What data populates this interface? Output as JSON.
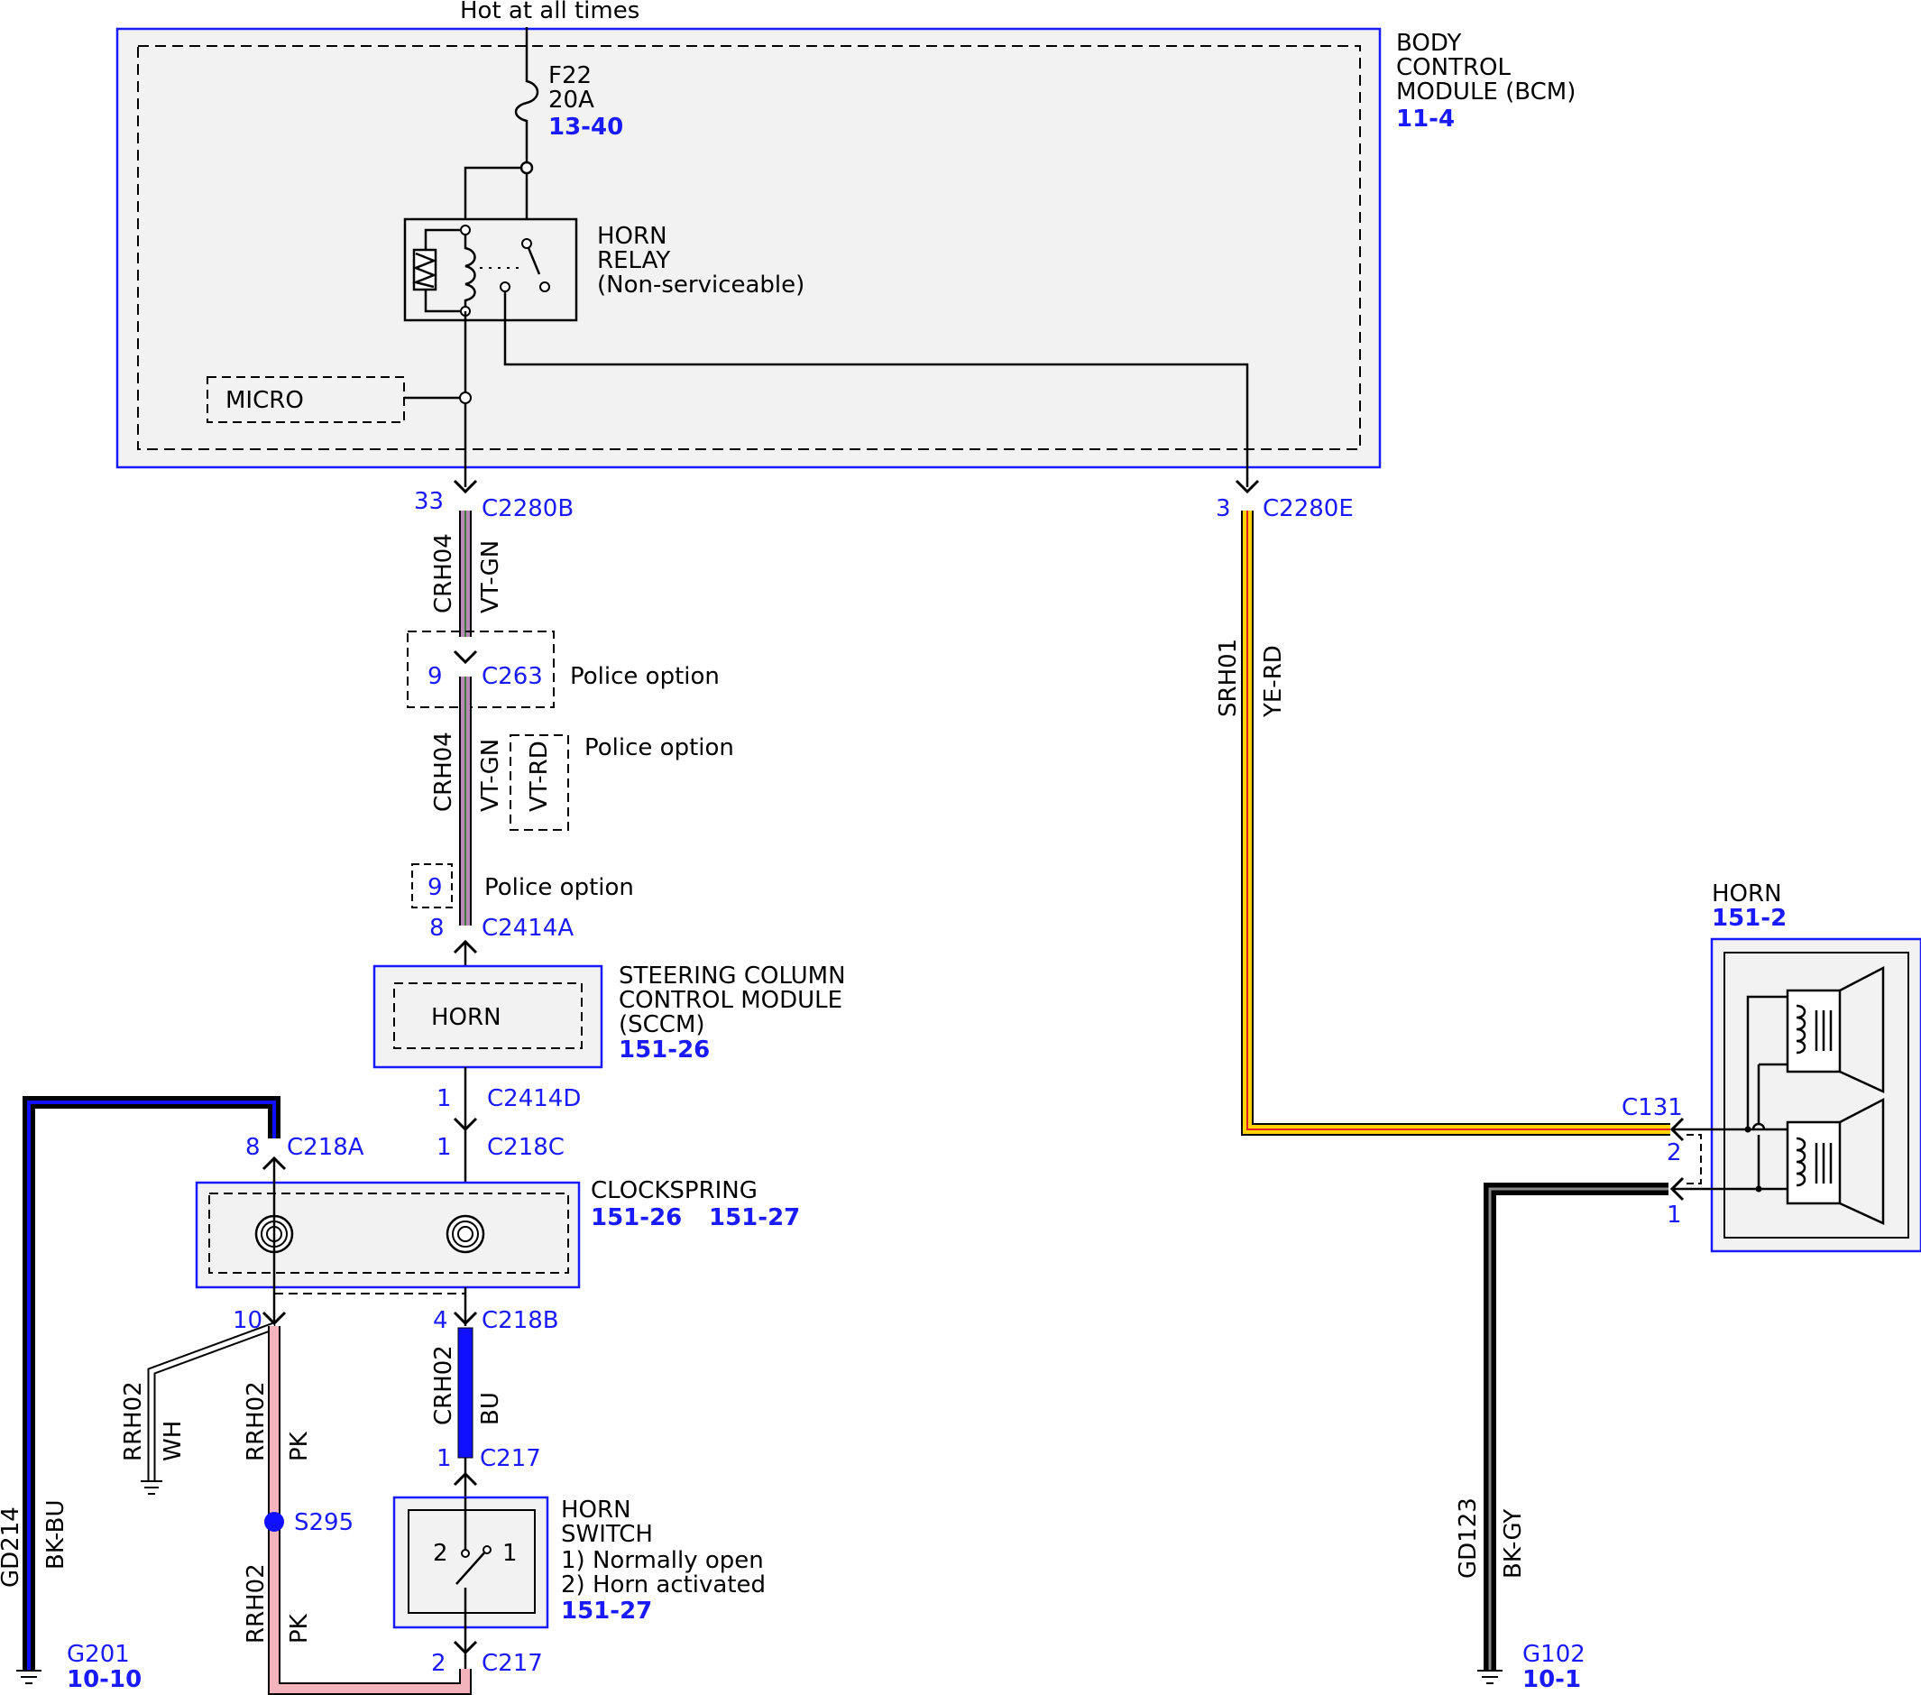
{
  "power": {
    "hot_label": "Hot at all times"
  },
  "bcm": {
    "name_lines": [
      "BODY",
      "CONTROL",
      "MODULE (BCM)"
    ],
    "ref": "11-4"
  },
  "fuse": {
    "id": "F22",
    "rating": "20A",
    "ref": "13-40"
  },
  "horn_relay": {
    "lines": [
      "HORN",
      "RELAY",
      "(Non-serviceable)"
    ]
  },
  "micro": {
    "label": "MICRO"
  },
  "connectors": {
    "c2280b": {
      "pin": "33",
      "id": "C2280B"
    },
    "c263": {
      "pin": "9",
      "id": "C263"
    },
    "c2414a": {
      "pin": "8",
      "id": "C2414A",
      "alt_pin": "9"
    },
    "c2414d": {
      "pin": "1",
      "id": "C2414D"
    },
    "c218c": {
      "pin": "1",
      "id": "C218C"
    },
    "c218a": {
      "pin": "8",
      "id": "C218A"
    },
    "c218b": {
      "pin": "4",
      "id": "C218B"
    },
    "c218b_pin10": {
      "pin": "10"
    },
    "c217_top": {
      "pin": "1",
      "id": "C217"
    },
    "c217_bottom": {
      "pin": "2",
      "id": "C217"
    },
    "c2280e": {
      "pin": "3",
      "id": "C2280E"
    },
    "c131": {
      "id": "C131",
      "pin_a": "2",
      "pin_b": "1"
    }
  },
  "police_option": "Police option",
  "wires": {
    "crh04_a": {
      "circuit": "CRH04",
      "color": "VT-GN"
    },
    "crh04_b": {
      "circuit": "CRH04",
      "color": "VT-GN",
      "alt_color": "VT-RD"
    },
    "srh01": {
      "circuit": "SRH01",
      "color": "YE-RD"
    },
    "crh02": {
      "circuit": "CRH02",
      "color": "BU"
    },
    "rrh02_wh": {
      "circuit": "RRH02",
      "color": "WH"
    },
    "rrh02_pk_a": {
      "circuit": "RRH02",
      "color": "PK"
    },
    "rrh02_pk_b": {
      "circuit": "RRH02",
      "color": "PK"
    },
    "gd214": {
      "circuit": "GD214",
      "color": "BK-BU"
    },
    "gd123": {
      "circuit": "GD123",
      "color": "BK-GY"
    }
  },
  "sccm": {
    "name_lines": [
      "STEERING COLUMN",
      "CONTROL MODULE",
      "(SCCM)"
    ],
    "ref": "151-26",
    "inner": "HORN"
  },
  "clockspring": {
    "name": "CLOCKSPRING",
    "ref1": "151-26",
    "ref2": "151-27"
  },
  "horn_switch": {
    "lines": [
      "HORN",
      "SWITCH",
      "1) Normally open",
      "2) Horn activated"
    ],
    "ref": "151-27",
    "pin_left": "2",
    "pin_right": "1"
  },
  "horn": {
    "name": "HORN",
    "ref": "151-2"
  },
  "splice": {
    "id": "S295"
  },
  "grounds": {
    "g201": {
      "id": "G201",
      "ref": "10-10"
    },
    "g102": {
      "id": "G102",
      "ref": "10-1"
    }
  },
  "colors": {
    "connector_blue": "#1a1aff",
    "violet": "#b98ab9",
    "yellow": "#ffd400",
    "red": "#e02020",
    "blue_wire": "#1010ff",
    "pink": "#f4b4bc",
    "box_fill": "#f2f2f2"
  }
}
